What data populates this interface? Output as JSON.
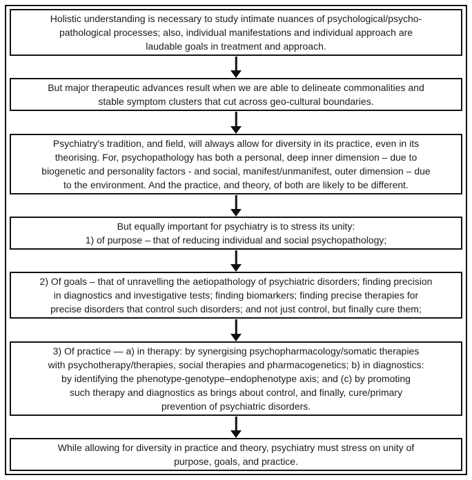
{
  "flowchart": {
    "colors": {
      "border": "#111111",
      "background": "#ffffff",
      "text": "#1a1a1a"
    },
    "boxes": [
      {
        "id": "holistic-understanding",
        "text": "Holistic understanding is necessary to study intimate nuances of psychological/psycho-\npathological processes; also, individual manifestations and individual approach are\nlaudable goals in treatment and approach."
      },
      {
        "id": "therapeutic-advances",
        "text": "But major therapeutic advances result when we are able to delineate commonalities and\nstable symptom clusters that cut across geo-cultural boundaries."
      },
      {
        "id": "psychiatry-tradition",
        "text": "Psychiatry's tradition, and field, will always allow for diversity in its practice, even in its\ntheorising. For, psychopathology has both a personal, deep inner dimension – due to\nbiogenetic and personality factors - and social, manifest/unmanifest, outer dimension – due\nto the environment. And the practice, and theory, of both are likely to be different."
      },
      {
        "id": "unity-of-purpose",
        "text": "But equally important for psychiatry is to stress its unity:\n1) of purpose – that of reducing individual and social psychopathology;"
      },
      {
        "id": "unity-of-goals",
        "text": "2) Of goals – that of unravelling the aetiopathology of psychiatric disorders; finding precision\nin diagnostics and investigative tests; finding biomarkers; finding precise therapies for\nprecise disorders that control such disorders; and not just control, but finally cure them;"
      },
      {
        "id": "unity-of-practice",
        "text": "3) Of practice — a) in therapy: by synergising psychopharmacology/somatic therapies\nwith psychotherapy/therapies, social therapies and pharmacogenetics; b) in diagnostics:\nby identifying the phenotype-genotype–endophenotype axis; and (c) by promoting\nsuch therapy and diagnostics as brings about control, and finally, cure/primary\nprevention of psychiatric disorders."
      },
      {
        "id": "conclusion",
        "text": "While allowing for diversity in practice and theory, psychiatry must stress on unity of\npurpose, goals, and practice."
      }
    ]
  }
}
